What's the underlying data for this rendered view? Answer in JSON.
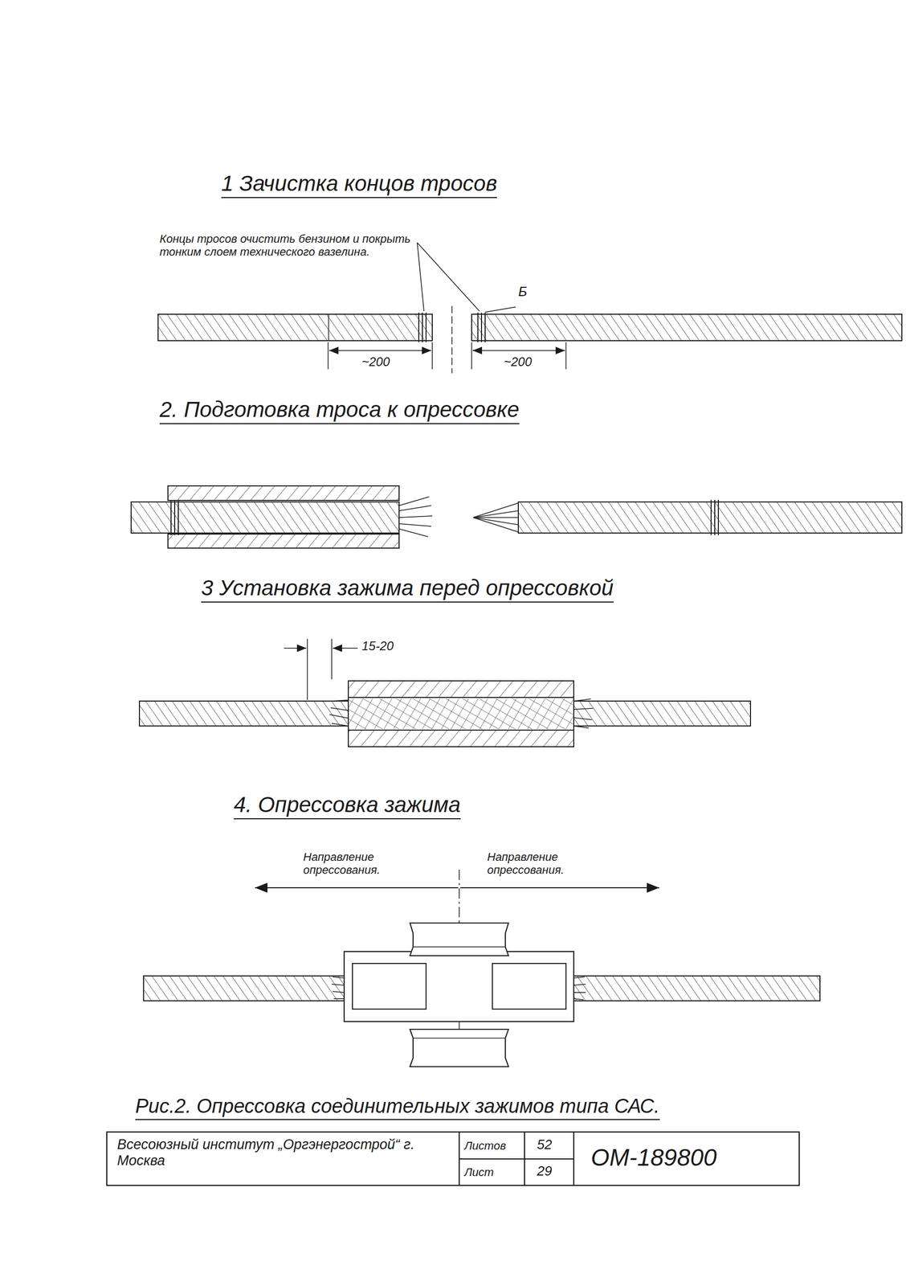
{
  "diagram": {
    "caption": "Рис.2. Опрессовка соединительных зажимов типа САС.",
    "labels": [
      "1 Зачистка концов тросов",
      "Концы тросов очистить бензином и покрыть тонким слоем технического вазелина.",
      "Б",
      "~200",
      "~200",
      "2. Подготовка троса к опрессовке",
      "3 Установка зажима перед опрессовкой",
      "15-20",
      "4. Опрессовка зажима",
      "Направление опрессования.",
      "Направление опрессования.",
      "Всесоюзный институт „Оргэнергострой“ г. Москва",
      "Листов",
      "52",
      "Лист",
      "29",
      "ОМ-189800"
    ]
  }
}
